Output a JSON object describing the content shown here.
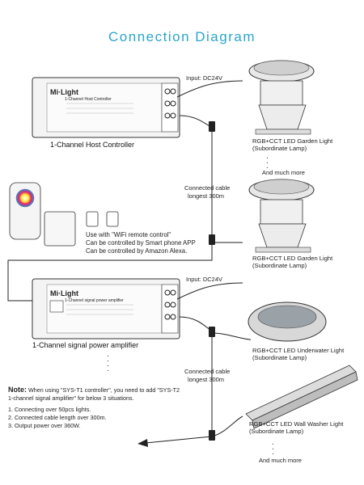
{
  "title": "Connection Diagram",
  "brand": "Mi·Light",
  "controller": {
    "label": "1-Channel Host Controller",
    "panel_title": "1-Channel Host Controller",
    "input_label": "Input: DC24V"
  },
  "connected_cable_1": [
    "Connected cable",
    "longest 300m"
  ],
  "connected_cable_2": [
    "Connected cable",
    "longest 300m"
  ],
  "wifi": {
    "line1": "Use with \"WiFi remote control\"",
    "line2": "Can be controlled by Smart phone APP",
    "line3": "Can be controlled by Amazon Alexa."
  },
  "amplifier": {
    "label": "1-Channel signal power amplifier",
    "panel_title": "1-Channel signal power amplifier",
    "input_label": "Input: DC24V"
  },
  "lamps": [
    {
      "name": "RGB+CCT LED Garden Light",
      "sub": "(Subordinate Lamp)"
    },
    {
      "name": "RGB+CCT LED Garden Light",
      "sub": "(Subordinate Lamp)"
    },
    {
      "name": "RGB+CCT LED Underwater Light",
      "sub": "(Subordinate Lamp)"
    },
    {
      "name": "RGB+CCT LED Wall Washer Light",
      "sub": "(Subordinate Lamp)"
    }
  ],
  "and_much_more_1": "And much more",
  "and_much_more_2": "And much more",
  "note": {
    "label": "Note:",
    "text1": "When using \"SYS-T1 controller\", you need to add \"SYS-T2",
    "text2": "1-channel signal amplifier\" for below 3 situations.",
    "items": [
      "1. Connecting over 50pcs lights.",
      "2. Connected cable length over 300m.",
      "3. Output power over 360W."
    ]
  },
  "colors": {
    "title": "#2aa6c9",
    "line": "#222222"
  }
}
